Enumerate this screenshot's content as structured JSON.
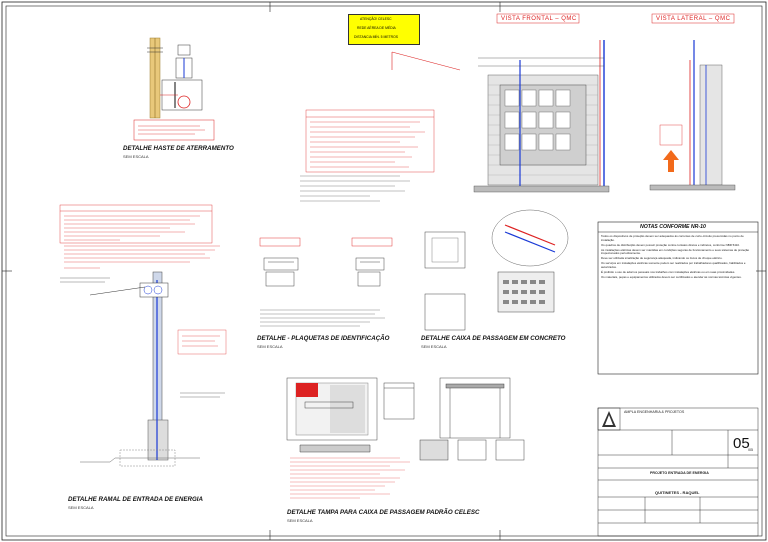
{
  "drawing": {
    "warning_box": [
      "ATENÇÃO! CELESC",
      "REDE AÉREA DE MÉDIA",
      "DISTANCIA MÍN. 5 METROS"
    ],
    "views": {
      "front": "VISTA FRONTAL – QMC",
      "side": "VISTA LATERAL – QMC"
    },
    "details": [
      {
        "title": "DETALHE HASTE DE ATERRAMENTO",
        "scale": "SEM ESCALA"
      },
      {
        "title": "DETALHE RAMAL DE ENTRADA DE ENERGIA",
        "scale": "SEM ESCALA"
      },
      {
        "title": "DETALHE - PLAQUETAS DE IDENTIFICAÇÃO",
        "scale": "SEM ESCALA"
      },
      {
        "title": "DETALHE CAIXA DE PASSAGEM EM CONCRETO",
        "scale": "SEM ESCALA"
      },
      {
        "title": "DETALHE TAMPA PARA CAIXA DE PASSAGEM PADRÃO CELESC",
        "scale": "SEM ESCALA"
      }
    ],
    "notes_title": "NOTAS CONFORME NR-10",
    "notes": [
      "Todos os dispositivos de proteção devem ser adequados às correntes de curto-circuito presumidas no ponto de instalação.",
      "Os quadros de distribuição devem possuir proteção contra contatos diretos e indiretos, conforme NBR 5410.",
      "As instalações elétricas devem ser mantidas em condições seguras de funcionamento e seus sistemas de proteção inspecionados periodicamente.",
      "Deve ser utilizada sinalização de segurança adequada, indicando os riscos de choque elétrico.",
      "Os serviços em instalações elétricas somente podem ser realizados por trabalhadores qualificados, habilitados e autorizados.",
      "É proibido o uso de adornos pessoais nos trabalhos com instalações elétricas ou em suas proximidades.",
      "Os materiais, peças e equipamentos utilizados devem ser certificados e atender às normas técnicas vigentes."
    ],
    "title_block": {
      "company": "AMPLA ENGENHARIA & PROJETOS",
      "sheet_number": "05",
      "sheet_total": "/05",
      "project": "PROJETO ENTRADA DE ENERGIA",
      "client": "QUITINETES - RAQUEL"
    }
  }
}
